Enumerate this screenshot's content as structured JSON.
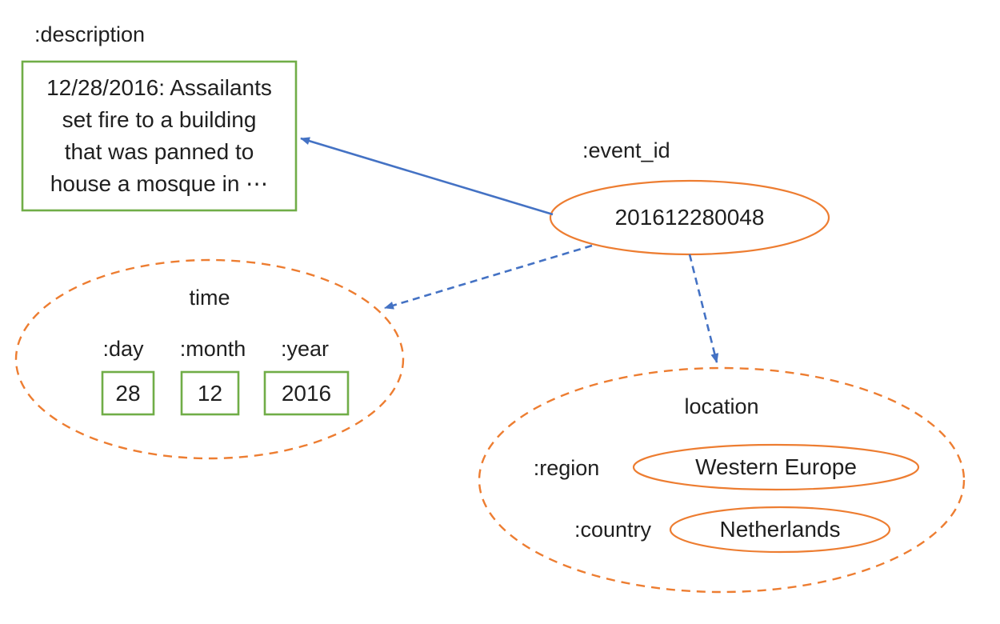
{
  "colors": {
    "orange": "#ED7D31",
    "blue": "#4472C4",
    "green": "#70AD47",
    "text": "#1f1f1f",
    "bg": "#ffffff"
  },
  "description": {
    "label": ":description",
    "lines": [
      "12/28/2016: Assailants",
      "set fire to a building",
      "that was panned to",
      "house a mosque in ⋯"
    ]
  },
  "event": {
    "label": ":event_id",
    "id": "201612280048"
  },
  "time": {
    "label": "time",
    "fields": [
      {
        "key": ":day",
        "value": "28"
      },
      {
        "key": ":month",
        "value": "12"
      },
      {
        "key": ":year",
        "value": "2016"
      }
    ]
  },
  "location": {
    "label": "location",
    "region": {
      "key": ":region",
      "value": "Western Europe"
    },
    "country": {
      "key": ":country",
      "value": "Netherlands"
    }
  },
  "edges": [
    {
      "from": "event_id",
      "to": "description",
      "style": "solid"
    },
    {
      "from": "event_id",
      "to": "time",
      "style": "dashed"
    },
    {
      "from": "event_id",
      "to": "location",
      "style": "dashed"
    }
  ]
}
